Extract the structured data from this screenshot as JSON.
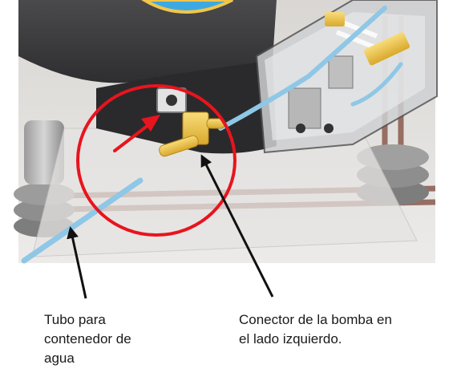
{
  "labels": {
    "tube": [
      "Tubo para",
      "contenedor de",
      "agua"
    ],
    "connector": [
      "Conector de la bomba en",
      "el lado izquierdo."
    ]
  },
  "colors": {
    "highlight_circle": "#e8141e",
    "arrow_red": "#e8141e",
    "tube_blue": "#8fc7e6",
    "connector_yellow": "#f2c64a",
    "housing_dark": "#3b3b3d",
    "frame_brown": "#8a5a4e"
  },
  "icons": [
    "red-highlight-circle",
    "red-arrow-icon",
    "pointer-arrow-icon"
  ]
}
